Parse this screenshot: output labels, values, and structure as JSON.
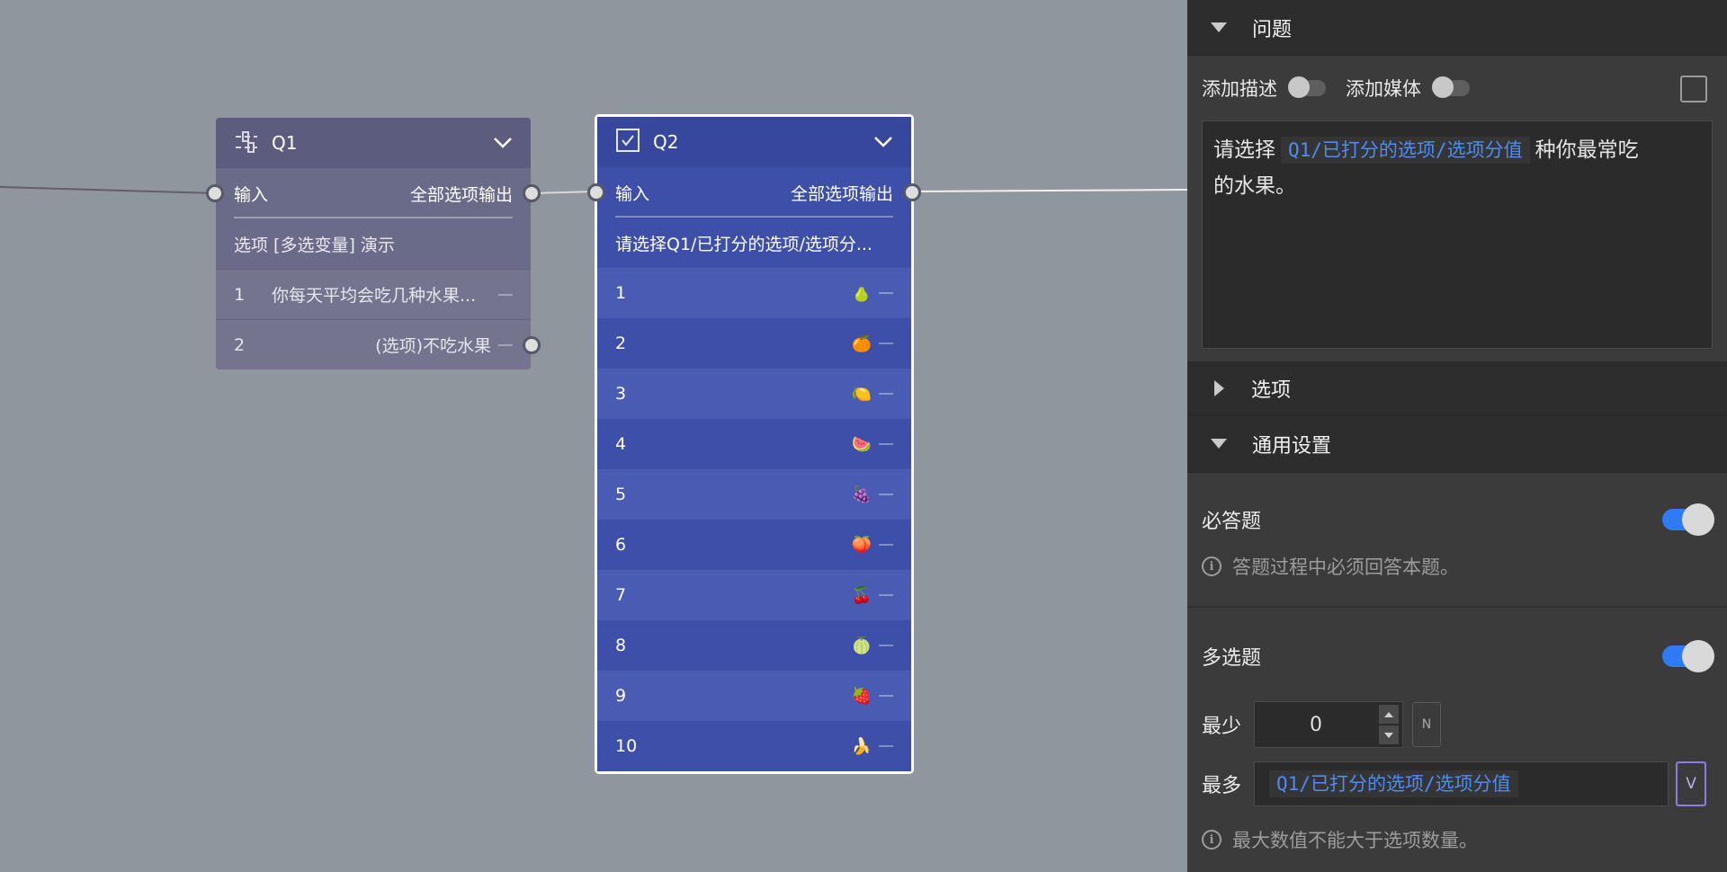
{
  "canvas": {
    "q1": {
      "id": "Q1",
      "input_label": "输入",
      "output_label": "全部选项输出",
      "caption": "选项 [多选变量] 演示",
      "options": [
        {
          "num": "1",
          "text": "你每天平均会吃几种水果..."
        },
        {
          "num": "2",
          "text": "(选项)不吃水果"
        }
      ]
    },
    "q2": {
      "id": "Q2",
      "input_label": "输入",
      "output_label": "全部选项输出",
      "caption": "请选择Q1/已打分的选项/选项分...",
      "options": [
        {
          "num": "1",
          "emoji": "🍐"
        },
        {
          "num": "2",
          "emoji": "🍊"
        },
        {
          "num": "3",
          "emoji": "🍋"
        },
        {
          "num": "4",
          "emoji": "🍉"
        },
        {
          "num": "5",
          "emoji": "🍇"
        },
        {
          "num": "6",
          "emoji": "🍑"
        },
        {
          "num": "7",
          "emoji": "🍒"
        },
        {
          "num": "8",
          "emoji": "🍈"
        },
        {
          "num": "9",
          "emoji": "🍓"
        },
        {
          "num": "10",
          "emoji": "🍌"
        }
      ]
    }
  },
  "panel": {
    "question_section": "问题",
    "add_description": "添加描述",
    "add_media": "添加媒体",
    "question_prefix": "请选择",
    "question_var": "Q1/已打分的选项/选项分值",
    "question_suffix_1": "种你最常吃",
    "question_suffix_2": "的水果。",
    "options_section": "选项",
    "general_section": "通用设置",
    "required_label": "必答题",
    "required_hint": "答题过程中必须回答本题。",
    "multi_label": "多选题",
    "min_label": "最少",
    "min_value": "0",
    "n_button": "N",
    "max_label": "最多",
    "max_var": "Q1/已打分的选项/选项分值",
    "v_button": "V",
    "max_hint": "最大数值不能大于选项数量。"
  },
  "colors": {
    "canvas_bg": "#8f969e",
    "q1_node": "#6a6a89",
    "q2_node": "#3d4fa8",
    "panel_bg": "#3b3b3b",
    "accent_blue": "#2f7bf5",
    "variable_text": "#4d8cf5"
  },
  "icons": {
    "q1_type": "slider-options-icon",
    "q2_type": "checkbox-icon",
    "collapse": "chevron-down-icon",
    "section_open": "triangle-down-icon",
    "section_closed": "triangle-right-icon",
    "info": "info-icon"
  }
}
